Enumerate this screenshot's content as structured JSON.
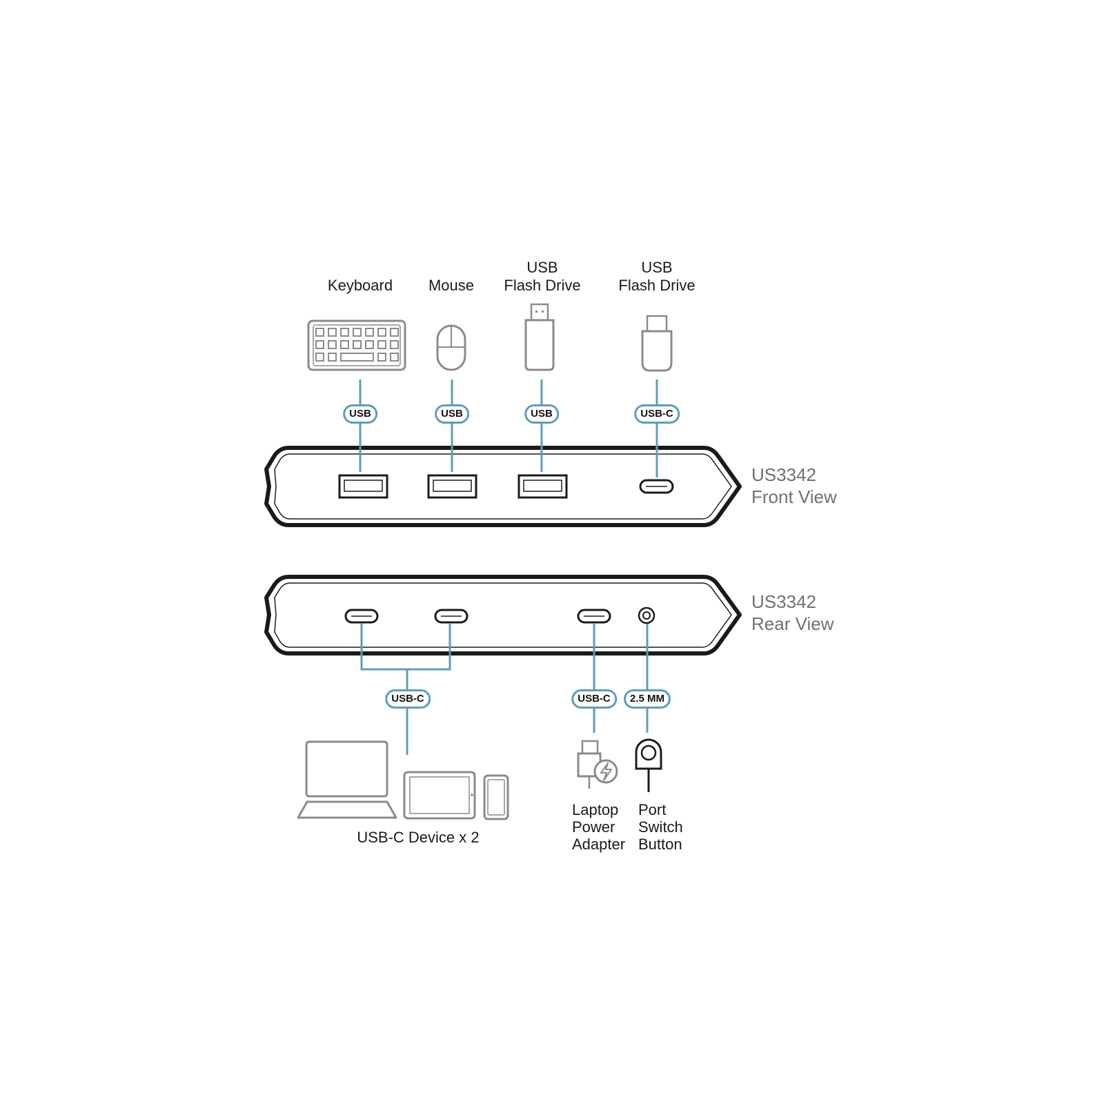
{
  "front": {
    "model": "US3342",
    "view_label": "Front View",
    "devices": [
      {
        "label": "Keyboard",
        "icon": "keyboard-icon",
        "connector": "USB"
      },
      {
        "label": "Mouse",
        "icon": "mouse-icon",
        "connector": "USB"
      },
      {
        "label_line1": "USB",
        "label_line2": "Flash Drive",
        "icon": "usb-flash-drive-icon",
        "connector": "USB"
      },
      {
        "label_line1": "USB",
        "label_line2": "Flash Drive",
        "icon": "usb-c-flash-drive-icon",
        "connector": "USB-C"
      }
    ]
  },
  "rear": {
    "model": "US3342",
    "view_label": "Rear View",
    "devices": [
      {
        "label": "USB-C Device x 2",
        "icon": "laptop-tablet-phone-icon",
        "connector": "USB-C"
      },
      {
        "label_line1": "Laptop",
        "label_line2": "Power",
        "label_line3": "Adapter",
        "icon": "power-adapter-icon",
        "connector": "USB-C"
      },
      {
        "label_line1": "Port",
        "label_line2": "Switch",
        "label_line3": "Button",
        "icon": "port-switch-button-icon",
        "connector": "2.5 MM"
      }
    ]
  },
  "colors": {
    "cable": "#5e9db8",
    "icon_gray": "#8a8a8a",
    "device_outline": "#1a1a1a",
    "view_label": "#707070"
  }
}
